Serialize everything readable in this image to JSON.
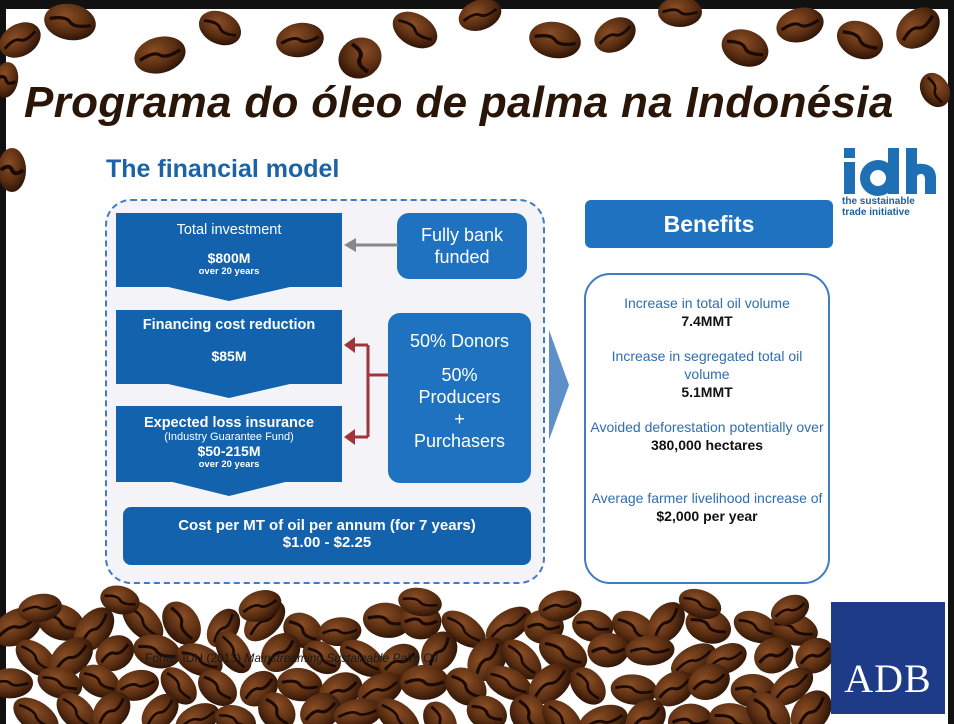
{
  "slide": {
    "title": "Programa do óleo de palma na Indonésia",
    "subtitle": "The financial model"
  },
  "idh": {
    "logo_text": "idh",
    "tagline_line1": "the sustainable",
    "tagline_line2": "trade initiative",
    "color": "#1f6fb5"
  },
  "model": {
    "investment": {
      "heading": "Total investment",
      "value": "$800M",
      "note": "over 20 years"
    },
    "financing": {
      "heading": "Financing cost reduction",
      "value": "$85M"
    },
    "loss": {
      "heading": "Expected loss insurance",
      "subheading": "(Industry Guarantee Fund)",
      "value": "$50-215M",
      "note": "over 20 years"
    },
    "cost": {
      "heading": "Cost per MT of oil per annum (for 7 years)",
      "value": "$1.00 - $2.25"
    },
    "bank": {
      "line1": "Fully bank",
      "line2": "funded"
    },
    "donors": {
      "line1": "50% Donors",
      "line2": "50%",
      "line3": "Producers",
      "line4": "+",
      "line5": "Purchasers"
    }
  },
  "benefits": {
    "header": "Benefits",
    "items": [
      {
        "label": "Increase in total oil volume",
        "value": "7.4MMT"
      },
      {
        "label": "Increase in segregated total oil volume",
        "value": "5.1MMT"
      },
      {
        "label": "Avoided deforestation potentially over",
        "value": "380,000 hectares"
      },
      {
        "label": "Average farmer livelihood increase of",
        "value": "$2,000 per year"
      }
    ]
  },
  "source": {
    "prefix": "Fonte: IDH (2013) ",
    "title": "Mainstreaming Sustainable Palm Oil"
  },
  "adb": {
    "logo_text": "ADB"
  },
  "colors": {
    "dark_blue": "#1262ad",
    "mid_blue": "#1e72c0",
    "arrow_red": "#a0343a",
    "title_brown": "#2a1608"
  }
}
